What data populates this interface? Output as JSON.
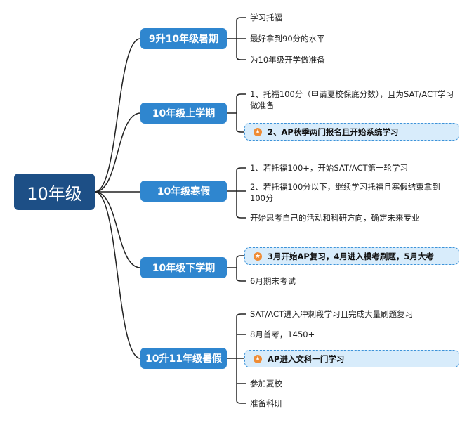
{
  "root": {
    "label": "10年级"
  },
  "branches": [
    {
      "label": "9升10年级暑期",
      "items": [
        "学习托福",
        "最好拿到90分的水平",
        "为10年级开学做准备"
      ]
    },
    {
      "label": "10年级上学期",
      "items": [
        "1、托福100分（申请夏校保底分数），且为SAT/ACT学习做准备"
      ],
      "highlight": "2、AP秋季两门报名且开始系统学习"
    },
    {
      "label": "10年级寒假",
      "items": [
        "1、若托福100+，开始SAT/ACT第一轮学习",
        "2、若托福100分以下，继续学习托福且寒假结束拿到100分",
        "开始思考自己的活动和科研方向，确定未来专业"
      ]
    },
    {
      "label": "10年级下学期",
      "highlight": "3月开始AP复习，4月进入模考刷题，5月大考",
      "items": [
        "6月期末考试"
      ]
    },
    {
      "label": "10升11年级暑假",
      "items": [
        "SAT/ACT进入冲刺段学习且完成大量刷题复习",
        "8月首考，1450+",
        "参加夏校",
        "准备科研"
      ],
      "highlight": "AP进入文科一门学习"
    }
  ],
  "colors": {
    "root": "#1d4f86",
    "branch": "#2f86cf",
    "highlight_bg": "#d8ecfb",
    "highlight_border": "#3d93d9",
    "star": "#ef8c35",
    "line": "#222222"
  },
  "icons": {
    "highlight_marker": "star-badge-icon"
  }
}
